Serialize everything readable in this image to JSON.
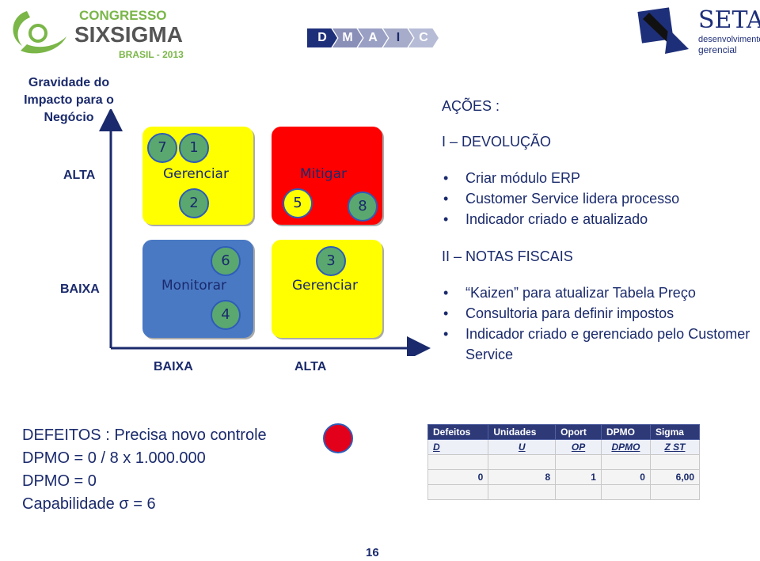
{
  "header": {
    "left_logo": {
      "line1": "CONGRESSO",
      "line2": "SIXSIGMA",
      "line3": "BRASIL - 2013",
      "icon": "sixsigma-logo-icon"
    },
    "right_logo": {
      "line1": "SETA",
      "line2": "desenvolvimento",
      "line3": "gerencial",
      "icon": "seta-logo-icon"
    },
    "dmaic": [
      {
        "label": "D",
        "color": "#1e2f7a",
        "active": false
      },
      {
        "label": "M",
        "color": "#8a8fb8",
        "active": false
      },
      {
        "label": "A",
        "color": "#9aa0c4",
        "active": false
      },
      {
        "label": "I",
        "color": "#a7acca",
        "active": true
      },
      {
        "label": "C",
        "color": "#b7bcd6",
        "active": false
      }
    ]
  },
  "matrix": {
    "y_title": "Gravidade do Impacto para o Negócio",
    "y_high": "ALTA",
    "y_low": "BAIXA",
    "x_low": "BAIXA",
    "x_high": "ALTA",
    "colors": {
      "green": "#5aa86f",
      "yellow": "#ffff00",
      "red": "#ff0000",
      "blue": "#4a79c4"
    },
    "q_top_left": {
      "label": "Gerenciar",
      "circles": [
        "7",
        "1",
        "2"
      ]
    },
    "q_top_right": {
      "label": "Mitigar",
      "circles": [
        "5",
        "8"
      ]
    },
    "q_bottom_left": {
      "label": "Monitorar",
      "circles": [
        "6",
        "4"
      ]
    },
    "q_bottom_right": {
      "label": "Gerenciar",
      "circles": [
        "3"
      ]
    }
  },
  "actions": {
    "title": "AÇÕES :",
    "section1": {
      "title": "I – DEVOLUÇÃO",
      "items": [
        "Criar módulo ERP",
        "Customer Service lidera processo",
        "Indicador criado e atualizado"
      ]
    },
    "section2": {
      "title": "II – NOTAS FISCAIS",
      "items": [
        "“Kaizen” para atualizar Tabela Preço",
        "Consultoria para definir impostos",
        "Indicador criado e gerenciado pelo Customer Service"
      ]
    }
  },
  "defects": {
    "line1": "DEFEITOS : Precisa novo controle",
    "line2": "DPMO = 0 / 8 x 1.000.000",
    "line3": "DPMO = 0",
    "line4": "Capabilidade σ = 6"
  },
  "table": {
    "headers": [
      "Defeitos",
      "Unidades",
      "Oport",
      "DPMO",
      "Sigma"
    ],
    "symbols": [
      "D",
      "U",
      "OP",
      "DPMO",
      "Z ST"
    ],
    "values": [
      "0",
      "8",
      "1",
      "0",
      "6,00"
    ]
  },
  "page_number": "16"
}
